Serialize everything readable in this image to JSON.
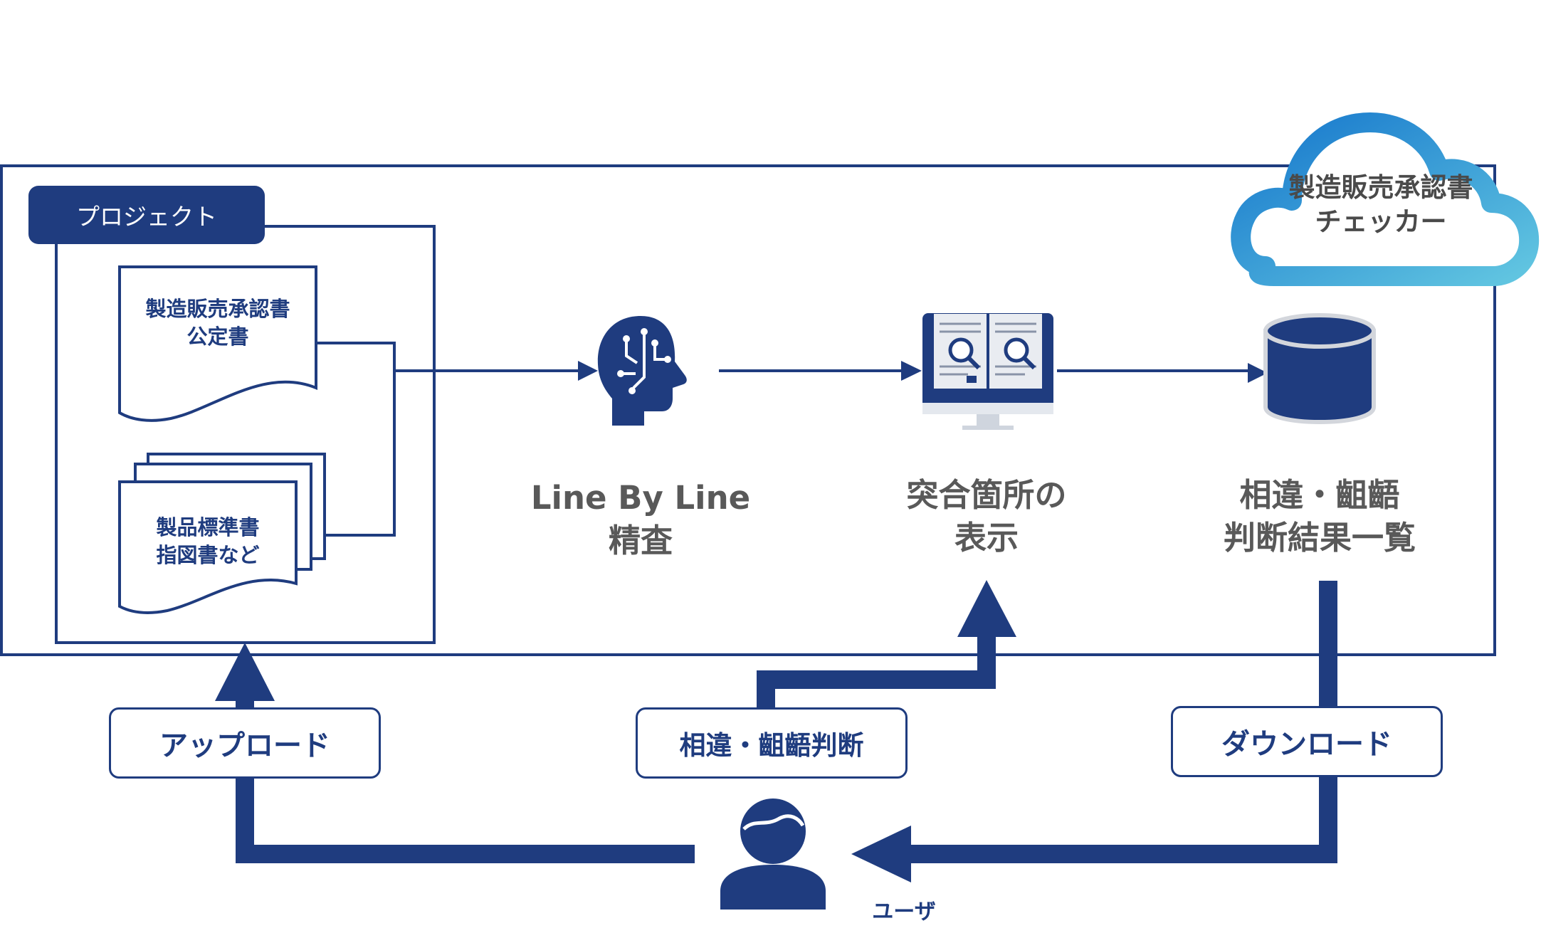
{
  "project": {
    "tab_label": "プロジェクト"
  },
  "documents": {
    "approval_doc": [
      "製造販売承認書",
      "公定書"
    ],
    "standard_docs": [
      "製品標準書",
      "指図書など"
    ]
  },
  "steps": {
    "line_by_line": [
      "Line By Line",
      "精査"
    ],
    "match_display": [
      "突合箇所の",
      "表示"
    ],
    "result_list": [
      "相違・齟齬",
      "判断結果一覧"
    ]
  },
  "cloud": {
    "title": [
      "製造販売承認書",
      "チェッカー"
    ]
  },
  "actions": {
    "upload": "アップロード",
    "judge": "相違・齟齬判断",
    "download": "ダウンロード"
  },
  "user": {
    "label": "ユーザ"
  },
  "colors": {
    "navy": "#1f3c7f",
    "cloud_dark": "#1677cc",
    "cloud_light": "#5fc2e0",
    "gray_text": "#595959"
  },
  "icons": [
    "ai-head-icon",
    "document-compare-monitor-icon",
    "database-icon",
    "user-icon",
    "cloud-icon"
  ]
}
